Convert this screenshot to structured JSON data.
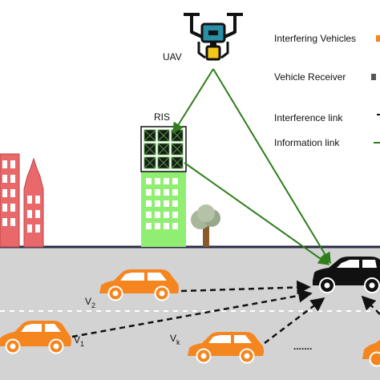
{
  "labels": {
    "uav": "UAV",
    "ris": "RIS",
    "v2_base": "V",
    "v2_sub": "2",
    "v1_base": "V",
    "v1_sub": "1",
    "vk_base": "V",
    "vk_sub": "k",
    "ellipsis": "......."
  },
  "legend": {
    "interfering_vehicles": "Interfering Vehicles",
    "vehicle_receiver": "Vehicle Receiver",
    "interference_link": "Interference link",
    "information_link": "Information link"
  },
  "colors": {
    "vehicle_orange": "#f5851f",
    "receiver_black": "#111111",
    "information_link": "#2f7d1b",
    "road": "#d2d2d2",
    "ris_building": "#90ee72",
    "city_building": "#e9696b",
    "uav_teal": "#2a8fa6"
  }
}
